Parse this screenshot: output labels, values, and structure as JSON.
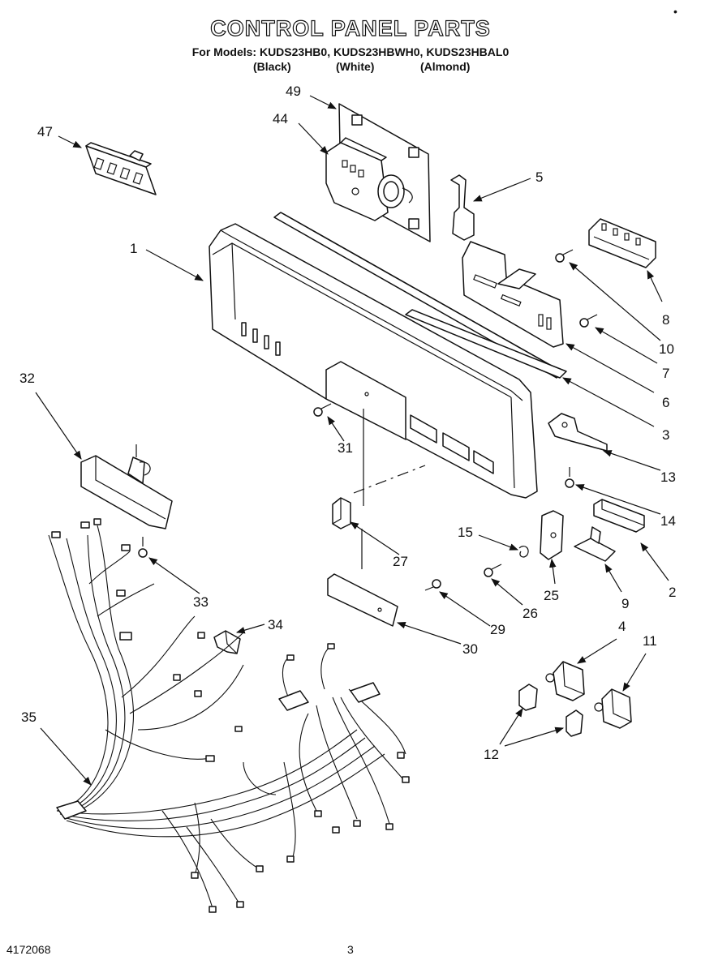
{
  "header": {
    "title": "CONTROL PANEL PARTS",
    "models_line": "For Models: KUDS23HB0, KUDS23HBWH0, KUDS23HBAL0",
    "color_black": "(Black)",
    "color_white": "(White)",
    "color_almond": "(Almond)"
  },
  "footer": {
    "document_number": "4172068",
    "page_number": "3",
    "corner_mark": "•"
  },
  "callouts": {
    "c1": "1",
    "c2": "2",
    "c3": "3",
    "c4": "4",
    "c5": "5",
    "c6": "6",
    "c7": "7",
    "c8": "8",
    "c9": "9",
    "c10": "10",
    "c11": "11",
    "c12": "12",
    "c13": "13",
    "c14": "14",
    "c15": "15",
    "c25": "25",
    "c26": "26",
    "c27": "27",
    "c29": "29",
    "c30": "30",
    "c31": "31",
    "c32": "32",
    "c33": "33",
    "c34": "34",
    "c35": "35",
    "c44": "44",
    "c47": "47",
    "c49": "49"
  }
}
